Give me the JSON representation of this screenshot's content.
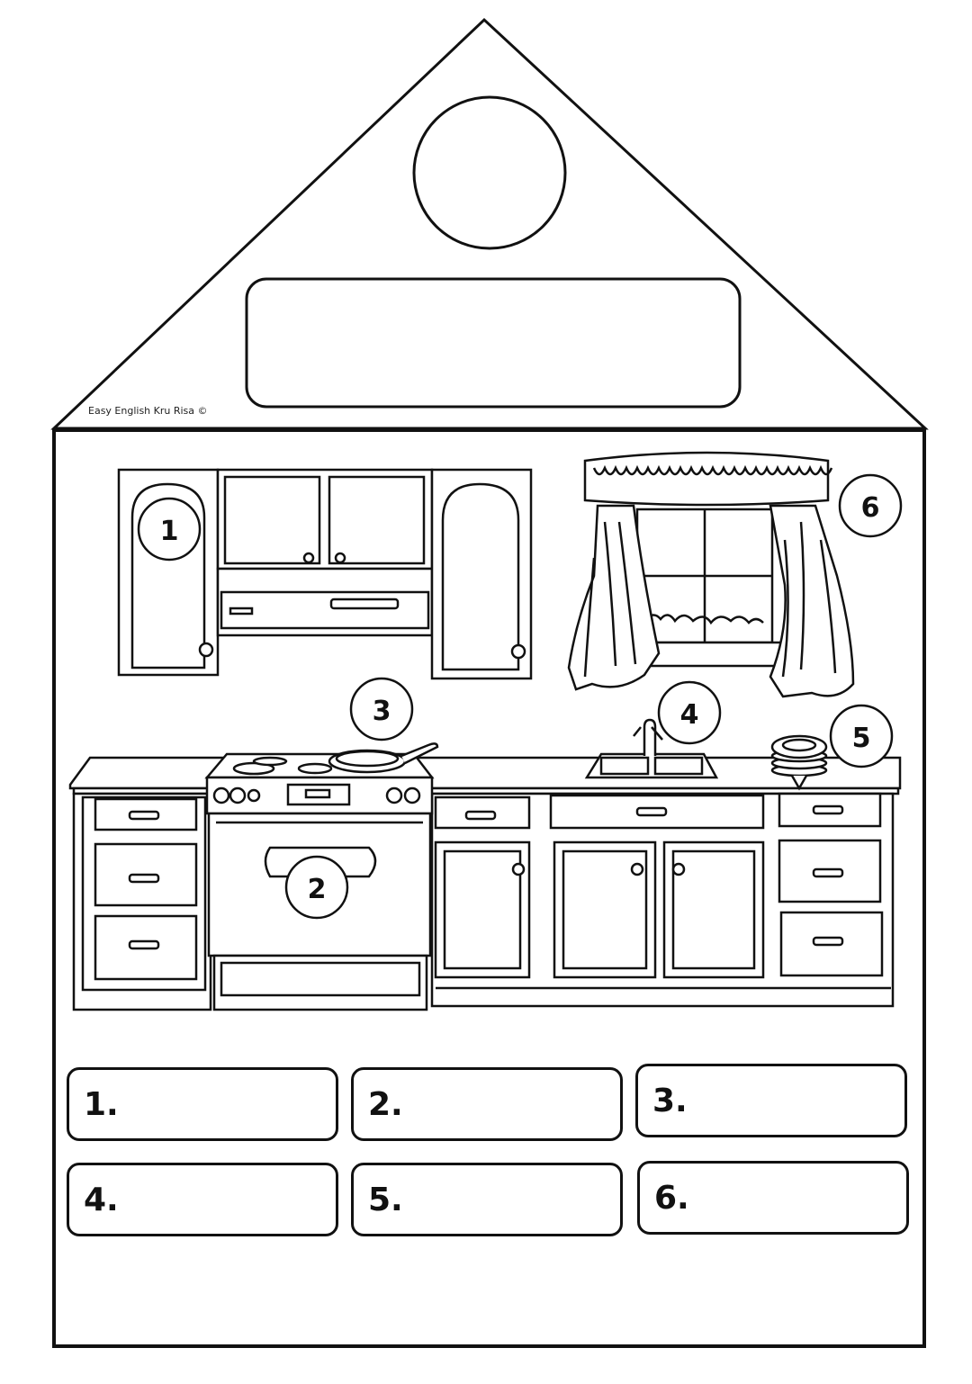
{
  "credit": "Easy English Kru Risa ©",
  "callouts": [
    "1",
    "2",
    "3",
    "4",
    "5",
    "6"
  ],
  "answers": [
    "1.",
    "2.",
    "3.",
    "4.",
    "5.",
    "6."
  ],
  "icons": {
    "roof": "house-roof",
    "stove": "stove-oven-drawing",
    "pan": "frying-pan-drawing",
    "sink": "sink-faucet-drawing",
    "plates": "plate-stack-drawing",
    "curtains": "window-curtains-drawing",
    "cupboards": "wall-cupboards-drawing"
  },
  "colors": {
    "ink": "#111111",
    "paper": "#ffffff"
  }
}
